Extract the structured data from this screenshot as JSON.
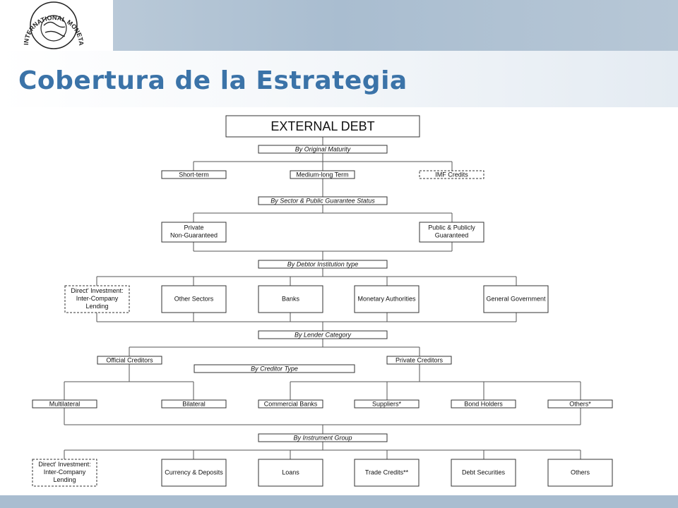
{
  "slide": {
    "title": "Cobertura de la Estrategia",
    "logo_text": "INTERNATIONAL MONETARY FUND",
    "colors": {
      "title": "#3b73a8",
      "band": "#a9bdd0"
    }
  },
  "diagram": {
    "root": "EXTERNAL DEBT",
    "maturity_category": "By Original Maturity",
    "maturity": [
      "Short-term",
      "Medium-long Term",
      "IMF Credits"
    ],
    "sector_category": "By Sector & Public Guarantee Status",
    "guarantee": [
      "Private Non-Guaranteed",
      "Public & Publicly Guaranteed"
    ],
    "institution_category": "By Debtor Institution type",
    "institutions": [
      "Direct' Investment: Inter-Company Lending",
      "Other Sectors",
      "Banks",
      "Monetary Authorities",
      "General Government"
    ],
    "lender_category": "By Lender Category",
    "lenders": [
      "Official Creditors",
      "Private Creditors"
    ],
    "creditor_type_category": "By Creditor Type",
    "creditor_types": [
      "Multilateral",
      "Bilateral",
      "Commercial Banks",
      "Suppliers*",
      "Bond Holders",
      "Others*"
    ],
    "instrument_category": "By Instrument Group",
    "instruments": [
      "Direct' Investment: Inter-Company Lending",
      "Currency & Deposits",
      "Loans",
      "Trade Credits**",
      "Debt Securities",
      "Others"
    ]
  }
}
